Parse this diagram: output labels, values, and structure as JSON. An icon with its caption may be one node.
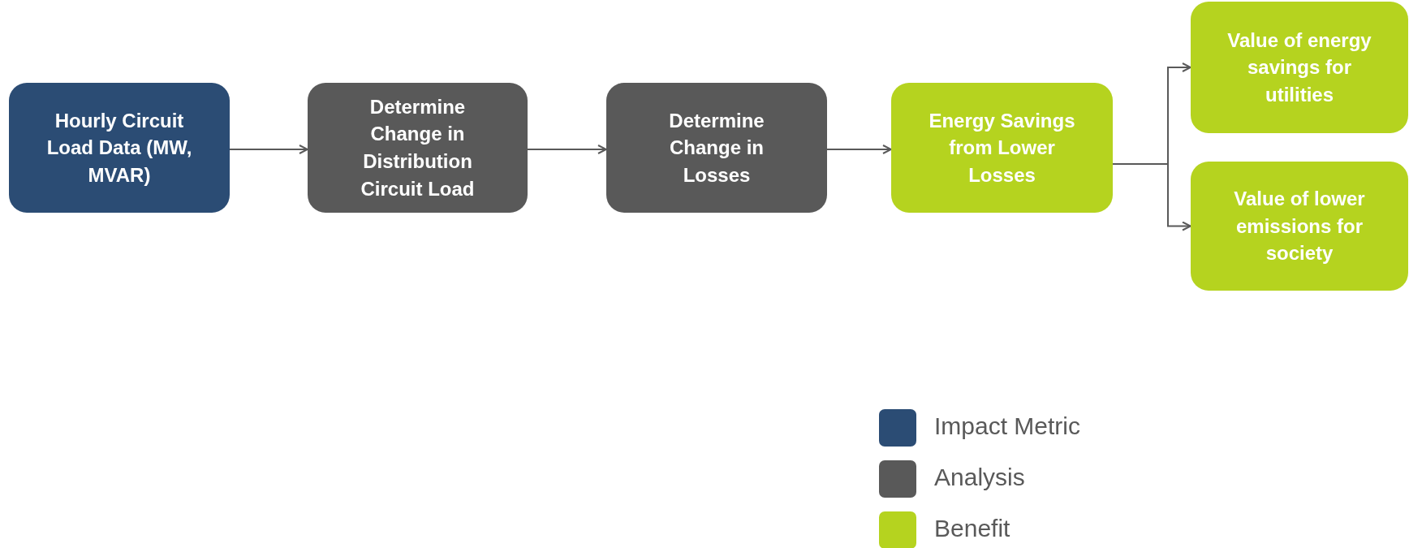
{
  "diagram": {
    "nodes": [
      {
        "text": [
          "Hourly Circuit Load Data (MW, MVAR)"
        ]
      },
      {
        "text": [
          "Determine Change in Distribution Circuit Load"
        ]
      },
      {
        "text": [
          "Determine Change in Losses"
        ]
      },
      {
        "text": [
          "Energy Savings from Lower Losses"
        ]
      },
      {
        "text": [
          "Value of energy savings for utilities"
        ]
      },
      {
        "text": [
          "Value of lower emissions for society"
        ]
      }
    ],
    "edges": [
      {
        "from": 0,
        "to": 1,
        "arrow": "to"
      },
      {
        "from": 1,
        "to": 2,
        "arrow": "to"
      },
      {
        "from": 2,
        "to": 3,
        "arrow": "to"
      },
      {
        "from": 3,
        "to": 4,
        "arrow": "to"
      },
      {
        "from": 3,
        "to": 5,
        "arrow": "to"
      }
    ],
    "legend": [
      {
        "text": "Impact Metric",
        "color": "#2b4c74"
      },
      {
        "text": "Analysis",
        "color": "#595959"
      },
      {
        "text": "Benefit",
        "color": "#b5d31f"
      }
    ]
  }
}
